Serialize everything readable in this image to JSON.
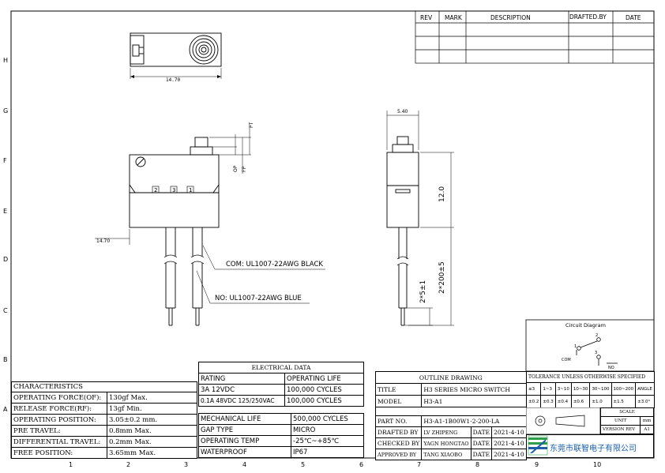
{
  "revision_table": {
    "headers": [
      "REV",
      "MARK",
      "DESCRIPTION",
      "DRAFTED.BY",
      "DATE"
    ]
  },
  "grid": {
    "rows": [
      "H",
      "G",
      "F",
      "E",
      "D",
      "C",
      "B",
      "A"
    ],
    "cols": [
      "1",
      "2",
      "3",
      "4",
      "5",
      "6",
      "7",
      "8",
      "9",
      "10"
    ]
  },
  "dimensions": {
    "top_width": "14.70",
    "front_width": "14.70",
    "side_width": "5.40",
    "side_height": "12.0",
    "lead_total": "2*200±5",
    "lead_strip": "2*5±1",
    "pt": "PT",
    "op": "OP",
    "fp": "FP"
  },
  "terminals": [
    "2",
    "3",
    "1"
  ],
  "callouts": {
    "com": "COM: UL1007-22AWG BLACK",
    "no": "NO: UL1007-22AWG BLUE"
  },
  "circuit": {
    "title": "Circuit Diagram",
    "pin1": "1",
    "pin2": "2",
    "pin3": "3",
    "com": "COM",
    "no": "NO"
  },
  "characteristics": {
    "title": "CHARACTERISTICS",
    "rows": [
      {
        "label": "OPERATING FORCE(OF):",
        "value": "130gf Max."
      },
      {
        "label": "RELEASE FORCE(RF):",
        "value": "13gf Min."
      },
      {
        "label": "OPERATING POSITION:",
        "value": "3.05±0.2 mm."
      },
      {
        "label": "PRE TRAVEL:",
        "value": "0.8mm Max."
      },
      {
        "label": "DIFFERENTIAL TRAVEL:",
        "value": "0.2mm Max."
      },
      {
        "label": "FREE POSITION:",
        "value": "3.65mm Max."
      }
    ]
  },
  "electrical": {
    "title": "ELECTRICAL DATA",
    "headers": [
      "RATING",
      "OPERATING LIFE"
    ],
    "rows": [
      {
        "rating": "3A 12VDC",
        "life": "100,000 CYCLES"
      },
      {
        "rating": "0.1A 48VDC 125/250VAC",
        "life": "100,000 CYCLES"
      }
    ],
    "specs": [
      {
        "label": "MECHANICAL LIFE",
        "value": "500,000 CYCLES"
      },
      {
        "label": "GAP TYPE",
        "value": "MICRO"
      },
      {
        "label": "OPERATING TEMP",
        "value": "-25℃~+85℃"
      },
      {
        "label": "WATERPROOF",
        "value": "IP67"
      }
    ]
  },
  "title_block": {
    "outline": "OUTLINE DRAWING",
    "title_label": "TITLE",
    "title_value": "H3 SERIES MICRO SWITCH",
    "model_label": "MODEL",
    "model_value": "H3-A1",
    "part_label": "PART NO.",
    "part_value": "H3-A1-1B00W1-2-200-LA",
    "drafted_label": "DRAFTED BY",
    "drafted_value": "LV ZHIPENG",
    "checked_label": "CHECKED BY",
    "checked_value": "YAGN HONGTAO",
    "approved_label": "APPROVED BY",
    "approved_value": "TANG XIAOBO",
    "date_label": "DATE",
    "date_value": "2021-4-10",
    "tolerance_title": "TOLERANCE UNLESS OTHERWISE SPECIFIED",
    "tol_ranges": [
      "≤3",
      "1~3",
      "3~10",
      "10~30",
      "30~100",
      "100~200",
      "ANGLE"
    ],
    "tol_values": [
      "±0.2",
      "±0.3",
      "±0.4",
      "±0.6",
      "±1.0",
      "±1.5",
      "±3.0°"
    ],
    "scale_label": "SCALE",
    "unit_label": "UNIT",
    "unit_value": "mm",
    "version_label": "VERSION REV",
    "version_value": "A1",
    "company": "东莞市联智电子有限公司"
  },
  "colors": {
    "line": "#000000",
    "logo_green": "#2e9e4a",
    "logo_blue": "#1e5fa8"
  }
}
